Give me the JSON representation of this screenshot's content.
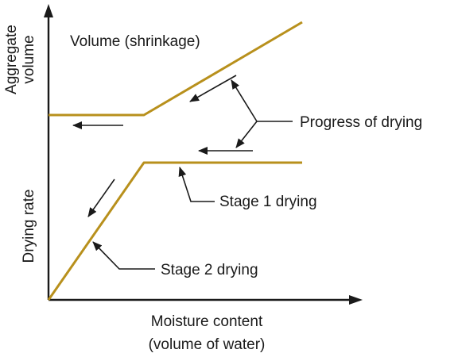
{
  "labels": {
    "y_axis_top_line1": "Aggregate",
    "y_axis_top_line2": "volume",
    "y_axis_bottom": "Drying rate",
    "volume_curve": "Volume (shrinkage)",
    "progress": "Progress of drying",
    "stage1": "Stage 1 drying",
    "stage2": "Stage 2 drying",
    "x_axis_line1": "Moisture content",
    "x_axis_line2": "(volume of water)"
  },
  "colors": {
    "curve": "#b8901c",
    "ink": "#1a1a1a"
  }
}
